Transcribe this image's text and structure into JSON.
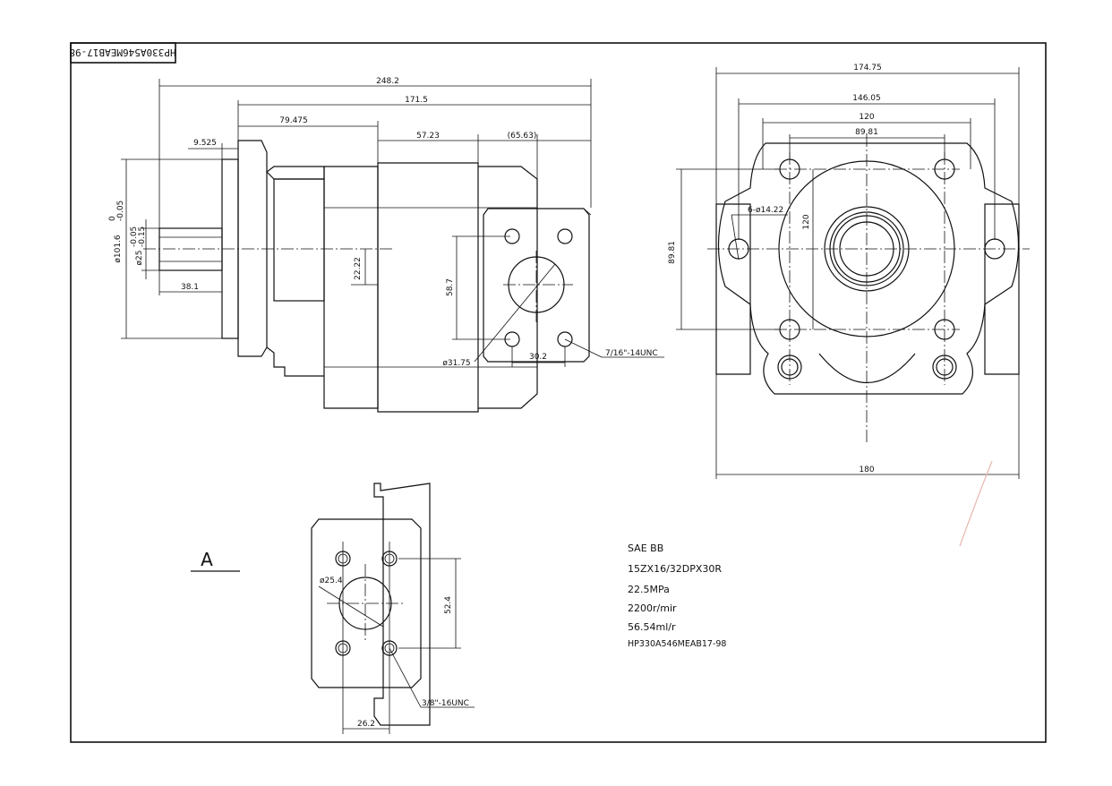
{
  "title_block": "HP330A546MEAB17-98",
  "view_label": "A",
  "specs": {
    "line1": "SAE BB",
    "line2": "15ZX16/32DPX30R",
    "line3": "22.5MPa",
    "line4": "2200r/mir",
    "line5": "56.54ml/r",
    "line6": "HP330A546MEAB17-98"
  },
  "side_view": {
    "d_248": "248.2",
    "d_171": "171.5",
    "d_79": "79.475",
    "d_57": "57.23",
    "d_65": "(65.63)",
    "d_9": "9.525",
    "d_101": "ø101.6",
    "d_101_tol_up": "0",
    "d_101_tol_dn": "-0.05",
    "d_25": "ø25",
    "d_25_tol_up": "-0.05",
    "d_25_tol_dn": "-0.15",
    "d_38": "38.1",
    "d_22": "22.22",
    "d_58": "58.7",
    "d_31": "ø31.75",
    "d_30": "30.2",
    "thread": "7/16\"-14UNC"
  },
  "front_view": {
    "d_174": "174.75",
    "d_146": "146.05",
    "d_120h": "120",
    "d_89h": "89.81",
    "holes": "6-ø14.22",
    "d_120v": "120",
    "d_89v": "89.81",
    "d_180": "180"
  },
  "port_view": {
    "d_25": "ø25.4",
    "d_52": "52.4",
    "thread": "3/8\"-16UNC",
    "d_26": "26.2"
  }
}
